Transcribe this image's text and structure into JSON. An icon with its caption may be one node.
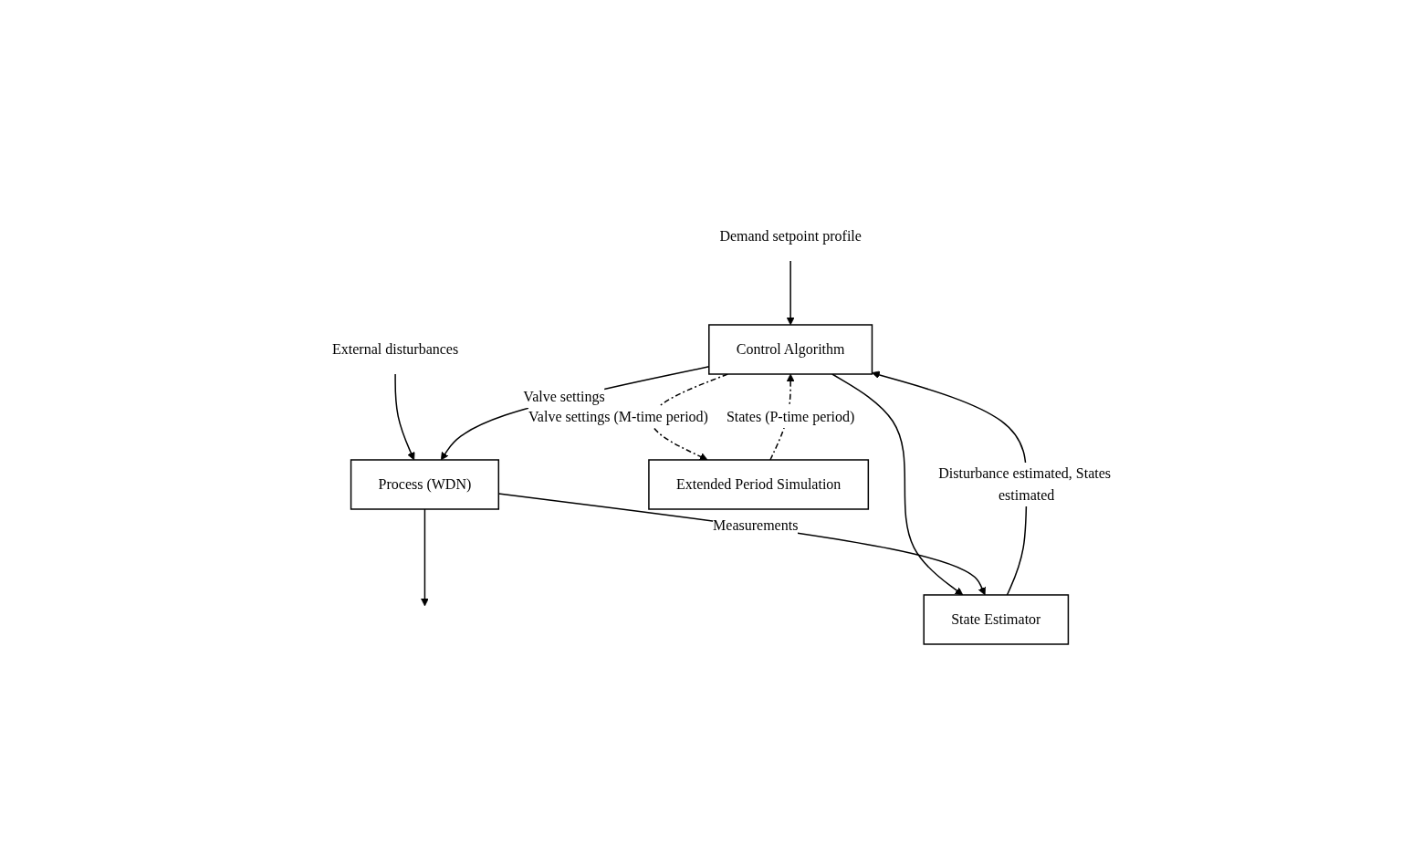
{
  "diagram": {
    "nodes": [
      {
        "text": [
          "Demand setpoint profile"
        ]
      },
      {
        "text": [
          "External disturbances"
        ]
      },
      {
        "text": [
          "Control Algorithm"
        ]
      },
      {
        "text": [
          "Process (WDN)"
        ]
      },
      {
        "text": [
          "Extended Period Simulation"
        ]
      },
      {
        "text": [
          "State Estimator"
        ]
      }
    ],
    "edges": [
      {
        "from": 0,
        "to": 2,
        "arrow": "to"
      },
      {
        "from": 1,
        "to": 3,
        "arrow": "to"
      },
      {
        "from": 2,
        "to": 3,
        "arrow": "to",
        "label": "Valve settings"
      },
      {
        "from": 2,
        "to": 5,
        "arrow": "to"
      },
      {
        "from": 2,
        "to": 4,
        "arrow": "to",
        "style": "dashed",
        "label": "Valve settings (M-time period)"
      },
      {
        "from": 4,
        "to": 2,
        "arrow": "to",
        "style": "dashed",
        "label": "States (P-time period)"
      },
      {
        "from": 3,
        "to": null,
        "arrow": "to"
      },
      {
        "from": 3,
        "to": 5,
        "arrow": "to",
        "label": "Measurements"
      },
      {
        "from": 5,
        "to": 2,
        "arrow": "to",
        "label": "Disturbance estimated, States estimated"
      }
    ]
  }
}
